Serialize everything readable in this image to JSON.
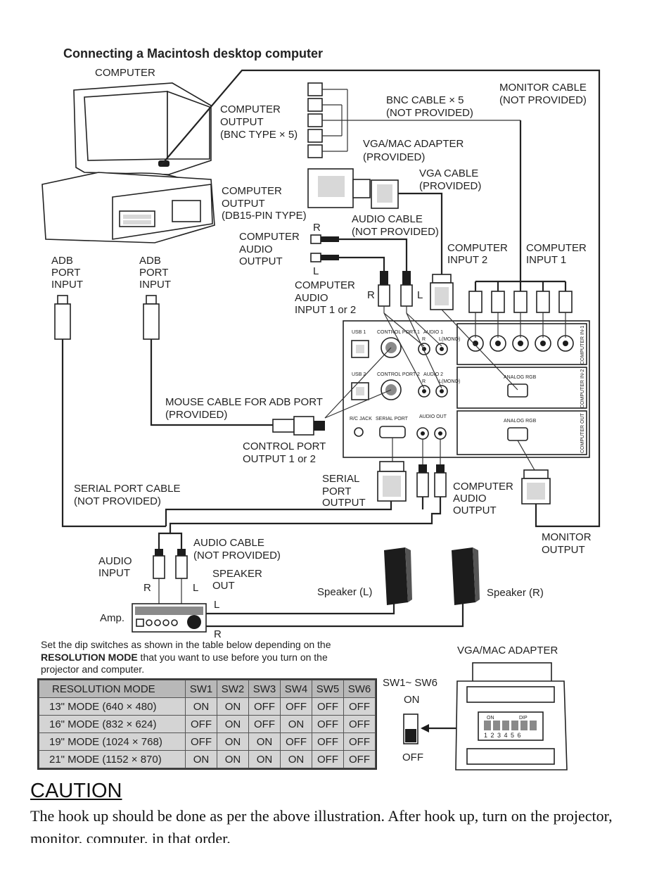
{
  "title": "Connecting a Macintosh desktop computer",
  "labels": {
    "computer": "COMPUTER",
    "computer_output_bnc": [
      "COMPUTER",
      "OUTPUT",
      "(BNC TYPE × 5)"
    ],
    "bnc_cable": [
      "BNC CABLE × 5",
      "(NOT PROVIDED)"
    ],
    "monitor_cable": [
      "MONITOR CABLE",
      "(NOT PROVIDED)"
    ],
    "vga_mac_adapter": [
      "VGA/MAC ADAPTER",
      "(PROVIDED)"
    ],
    "vga_cable": [
      "VGA CABLE",
      "(PROVIDED)"
    ],
    "computer_output_db15": [
      "COMPUTER",
      "OUTPUT",
      "(DB15-PIN TYPE)"
    ],
    "audio_cable_top": [
      "AUDIO CABLE",
      "(NOT PROVIDED)"
    ],
    "computer_audio_output_top": [
      "COMPUTER",
      "AUDIO",
      "OUTPUT"
    ],
    "r": "R",
    "l": "L",
    "adb_port_input": [
      "ADB",
      "PORT",
      "INPUT"
    ],
    "computer_input_2": [
      "COMPUTER",
      "INPUT 2"
    ],
    "computer_input_1": [
      "COMPUTER",
      "INPUT 1"
    ],
    "computer_audio_input": [
      "COMPUTER",
      "AUDIO",
      "INPUT 1 or 2"
    ],
    "mouse_cable": [
      "MOUSE CABLE FOR ADB PORT",
      "(PROVIDED)"
    ],
    "control_port_output": [
      "CONTROL PORT",
      "OUTPUT 1 or 2"
    ],
    "serial_port_cable": [
      "SERIAL PORT CABLE",
      "(NOT PROVIDED)"
    ],
    "serial_port_output": [
      "SERIAL",
      "PORT",
      "OUTPUT"
    ],
    "computer_audio_output_bottom": [
      "COMPUTER",
      "AUDIO",
      "OUTPUT"
    ],
    "monitor_output": [
      "MONITOR",
      "OUTPUT"
    ],
    "audio_input": [
      "AUDIO",
      "INPUT"
    ],
    "audio_cable_bottom": [
      "AUDIO CABLE",
      "(NOT PROVIDED)"
    ],
    "speaker_out": [
      "SPEAKER",
      "OUT"
    ],
    "speaker_l": "Speaker (L)",
    "speaker_r": "Speaker (R)",
    "amp": "Amp.",
    "vga_mac_adapter_bottom": "VGA/MAC ADAPTER",
    "sw1_sw6": "SW1~ SW6",
    "on": "ON",
    "off": "OFF",
    "dip_on": "ON",
    "dip_label": "DIP",
    "dip_numbers": "1 2 3 4 5 6"
  },
  "panel": {
    "usb1": "USB 1",
    "usb2": "USB 2",
    "control_port_1": "CONTROL PORT 1",
    "control_port_2": "CONTROL PORT 2",
    "audio_1": "AUDIO 1",
    "audio_2": "AUDIO 2",
    "rc_jack": "R/C JACK",
    "serial_port": "SERIAL PORT",
    "audio_out": "AUDIO OUT",
    "analog_rgb": "ANALOG RGB",
    "computer_in_1": "COMPUTER IN-1",
    "computer_in_2": "COMPUTER IN-2",
    "computer_out": "COMPUTER OUT",
    "r": "R",
    "l_mono": "L(MONO)"
  },
  "instruction": [
    "Set the dip switches as shown in the table below depending on the",
    "RESOLUTION MODE that you want to use before you turn on the",
    "projector and computer."
  ],
  "instruction_bold": "RESOLUTION MODE",
  "table": {
    "headers": [
      "RESOLUTION MODE",
      "SW1",
      "SW2",
      "SW3",
      "SW4",
      "SW5",
      "SW6"
    ],
    "rows": [
      [
        "13\" MODE (640 × 480)",
        "ON",
        "ON",
        "OFF",
        "OFF",
        "OFF",
        "OFF"
      ],
      [
        "16\" MODE (832 × 624)",
        "OFF",
        "ON",
        "OFF",
        "ON",
        "OFF",
        "OFF"
      ],
      [
        "19\" MODE (1024 × 768)",
        "OFF",
        "ON",
        "ON",
        "OFF",
        "OFF",
        "OFF"
      ],
      [
        "21\" MODE (1152 × 870)",
        "ON",
        "ON",
        "ON",
        "ON",
        "OFF",
        "OFF"
      ]
    ]
  },
  "caution": {
    "heading": "CAUTION",
    "text": "The hook up should be done as per the above illustration. After hook up, turn on the projector, monitor, computer, in that order."
  }
}
